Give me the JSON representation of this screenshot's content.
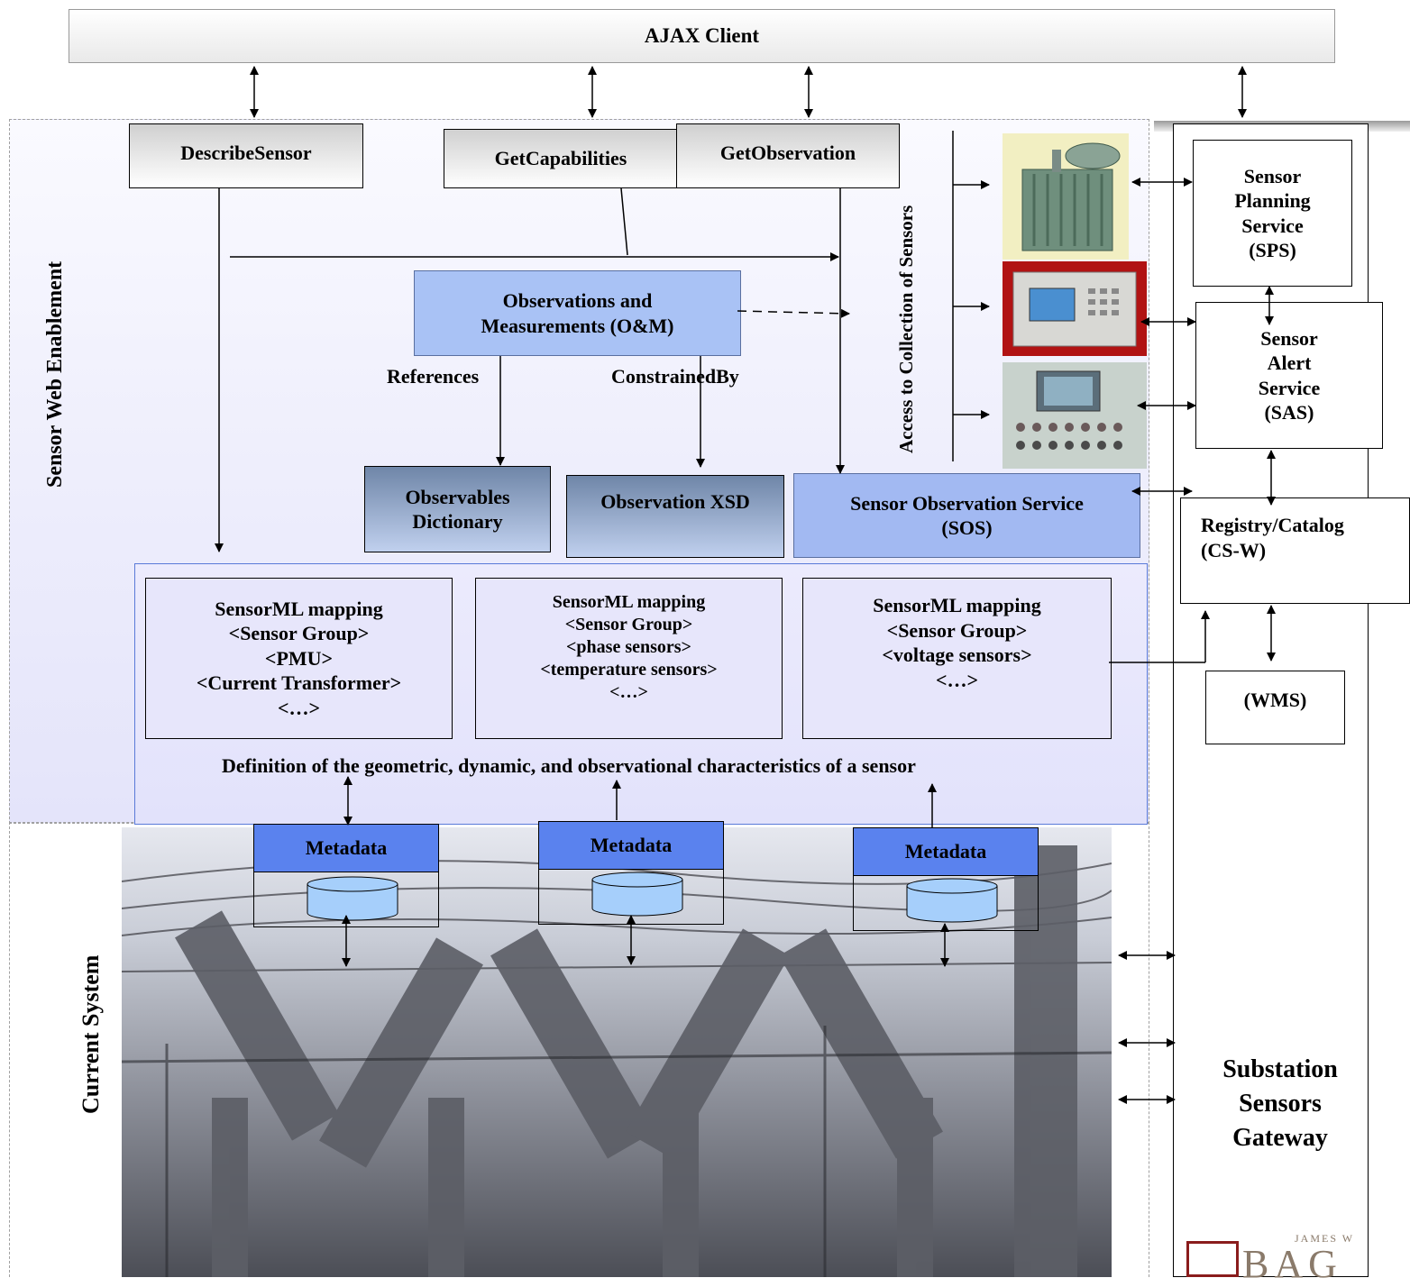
{
  "ajax_client": "AJAX Client",
  "sections": {
    "sensor_web_enablement": "Sensor Web Enablement",
    "current_system": "Current System",
    "access_to_sensors": "Access to Collection of Sensors"
  },
  "operations": {
    "describe_sensor": "DescribeSensor",
    "get_capabilities": "GetCapabilities",
    "get_observation": "GetObservation"
  },
  "om": {
    "line1": "Observations and",
    "line2": "Measurements (O&M)",
    "references": "References",
    "constrained_by": "ConstrainedBy"
  },
  "observables_dictionary": {
    "line1": "Observables",
    "line2": "Dictionary"
  },
  "observation_xsd": "Observation XSD",
  "sos": {
    "line1": "Sensor Observation Service",
    "line2": "(SOS)"
  },
  "sensorml": [
    {
      "lines": [
        "SensorML mapping",
        "<Sensor Group>",
        "<PMU>",
        "<Current Transformer>",
        "<…>"
      ]
    },
    {
      "lines": [
        "SensorML mapping",
        "<Sensor Group>",
        "<phase sensors>",
        "<temperature sensors>",
        "<…>"
      ]
    },
    {
      "lines": [
        "SensorML mapping",
        "<Sensor Group>",
        "<voltage sensors>",
        "<…>"
      ]
    }
  ],
  "definition": "Definition of the geometric, dynamic, and observational characteristics of a sensor",
  "metadata": [
    "Metadata",
    "Metadata",
    "Metadata"
  ],
  "right_services": {
    "sps": [
      "Sensor",
      "Planning",
      "Service",
      "(SPS)"
    ],
    "sas": [
      "Sensor",
      "Alert",
      "Service",
      "(SAS)"
    ],
    "registry": [
      "Registry/Catalog",
      "(CS-W)"
    ],
    "wms": "(WMS)"
  },
  "gateway": [
    "Substation",
    "Sensors",
    "Gateway"
  ],
  "logo_text": {
    "top": "JAMES W",
    "bottom": "BAG"
  },
  "colors": {
    "om_blue": "#a9c2f5",
    "sos_blue": "#a2b9f2",
    "metadata_blue": "#5a82ee",
    "cylinder_blue": "#a6cffb",
    "swe_panel": "#e8e8fb"
  }
}
